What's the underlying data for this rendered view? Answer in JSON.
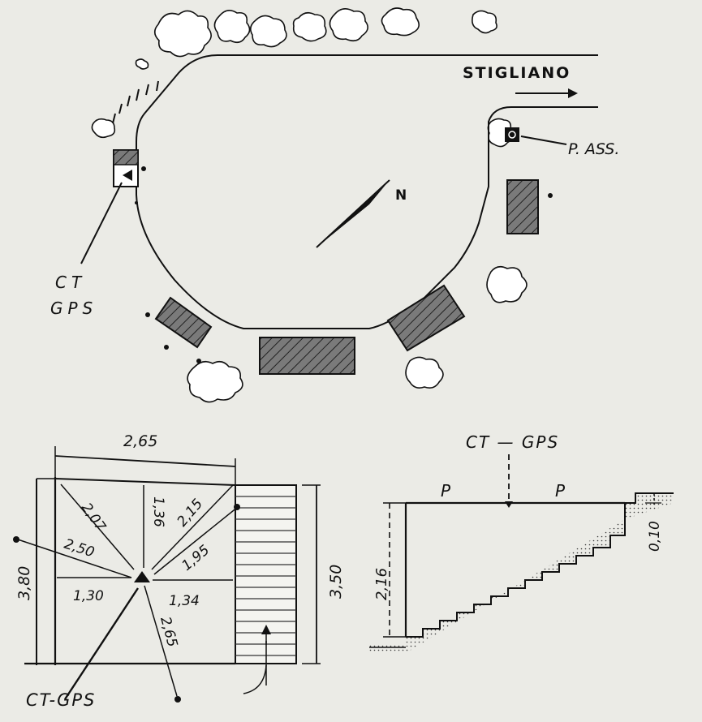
{
  "map": {
    "road_label": "STIGLIANO",
    "north_label": "N",
    "pass_label": "P. ASS.",
    "ct_label_line1": "CT",
    "ct_label_line2": "GPS"
  },
  "plan": {
    "width_top": "2,65",
    "d_207": "2,07",
    "d_136": "1,36",
    "d_215": "2,15",
    "d_250": "2,50",
    "d_195": "1,95",
    "d_130": "1,30",
    "d_134": "1,34",
    "d_265": "2,65",
    "height_left": "3,80",
    "height_right": "3,50",
    "bottom_label": "CT-GPS"
  },
  "section": {
    "title": "CT — GPS",
    "p_left": "P",
    "p_right": "P",
    "height_216": "2,16",
    "height_010": "0,10"
  }
}
